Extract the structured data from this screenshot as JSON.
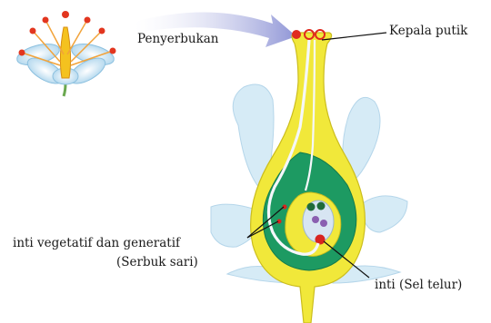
{
  "labels": {
    "pollination": "Penyerbukan",
    "stigma": "Kepala putik",
    "pollen_nuclei_line1": "inti vegetatif dan generatif",
    "pollen_nuclei_line2": "(Serbuk sari)",
    "egg_nucleus": "inti (Sel telur)"
  },
  "colors": {
    "ovary_yellow": "#f1e83a",
    "ovule_green": "#1d9a62",
    "petal_blue": "#b9dcef",
    "pollen_red": "#d8241f",
    "arrow_fill": "#9a9fd8"
  }
}
